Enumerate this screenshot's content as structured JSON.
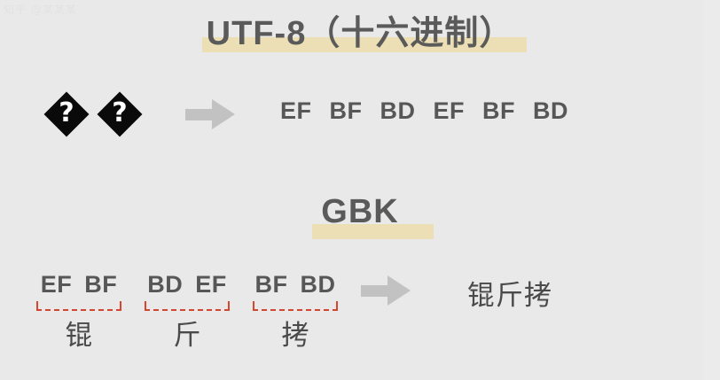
{
  "watermark": "知乎 @某某某",
  "colors": {
    "background": "#e9e9e9",
    "highlight": "#ecdfb5",
    "heading_text": "#5a5a5a",
    "hex_text": "#575757",
    "bracket_red": "#d6452f",
    "arrow_gray": "#c2c2c2",
    "diamond_black": "#0a0a0a"
  },
  "utf8_section": {
    "heading": "UTF-8（十六进制）",
    "source_glyphs": [
      "?",
      "?"
    ],
    "source_glyph_name": "replacement-character",
    "arrow": "→",
    "hex_bytes": [
      "EF",
      "BF",
      "BD",
      "EF",
      "BF",
      "BD"
    ]
  },
  "gbk_section": {
    "heading": "GBK",
    "groups": [
      {
        "bytes": [
          "EF",
          "BF"
        ],
        "character": "锟"
      },
      {
        "bytes": [
          "BD",
          "EF"
        ],
        "character": "斤"
      },
      {
        "bytes": [
          "BF",
          "BD"
        ],
        "character": "拷"
      }
    ],
    "arrow": "→",
    "result": "锟斤拷"
  }
}
